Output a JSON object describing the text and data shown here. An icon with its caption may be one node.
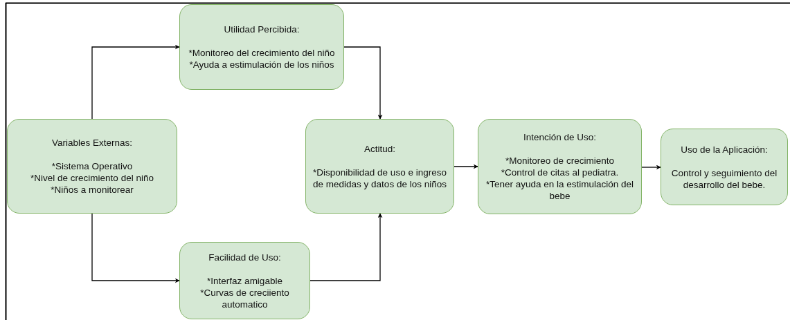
{
  "diagram": {
    "nodes": [
      {
        "text": [
          "Variables Externas:",
          "*Sistema Operativo",
          "*Nivel de crecimiento del niño",
          "*Niños a monitorear"
        ]
      },
      {
        "text": [
          "Utilidad Percibida:",
          "*Monitoreo del crecimiento del niño",
          "*Ayuda a estimulación de los niños"
        ]
      },
      {
        "text": [
          "Facilidad de Uso:",
          "*Interfaz amigable",
          "*Curvas de creciiento automatico"
        ]
      },
      {
        "text": [
          "Actitud:",
          "*Disponibilidad de uso e ingreso de medidas y datos de los niños"
        ]
      },
      {
        "text": [
          "Intención de Uso:",
          "*Monitoreo de crecimiento",
          "*Control de citas al pediatra.",
          "*Tener ayuda en la estimulación del bebe"
        ]
      },
      {
        "text": [
          "Uso de la Aplicación:",
          "Control y seguimiento del desarrollo del bebe."
        ]
      }
    ],
    "edges": [
      {
        "from": 0,
        "to": 1,
        "arrow": "to"
      },
      {
        "from": 0,
        "to": 2,
        "arrow": "to"
      },
      {
        "from": 1,
        "to": 3,
        "arrow": "to"
      },
      {
        "from": 2,
        "to": 3,
        "arrow": "to"
      },
      {
        "from": 3,
        "to": 4,
        "arrow": "to"
      },
      {
        "from": 4,
        "to": 5,
        "arrow": "to"
      }
    ]
  }
}
